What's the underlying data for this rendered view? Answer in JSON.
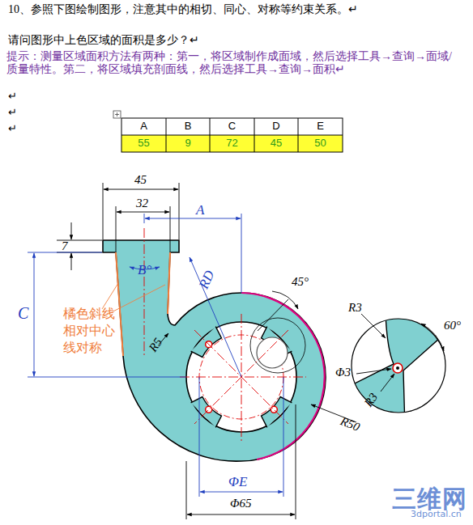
{
  "diagram": {
    "title": "10、参照下图绘制图形，注意其中的相切、同心、对称等约束关系。↵",
    "labels": [
      "请问图形中上色区域的面积是多少？↵",
      "提示：测量区域面积方法有两种：第一，将区域制作成面域，然后选择工具→查询→面域/ 质量特性。第二，将区域填充剖面线，然后选择工具→查询→面积↵",
      "↵",
      "↵",
      "↵",
      "A",
      "B",
      "C",
      "D",
      "E",
      "55",
      "9",
      "72",
      "45",
      "50",
      "45",
      "32",
      "7",
      "A",
      "B°",
      "RD",
      "45°",
      "C",
      "橘色斜线 相对中心 线对称",
      "R5",
      "R50",
      "ΦE",
      "Φ65",
      "R3",
      "60°",
      "Φ3",
      "R3",
      "三维网",
      "3dportal.cn"
    ]
  }
}
